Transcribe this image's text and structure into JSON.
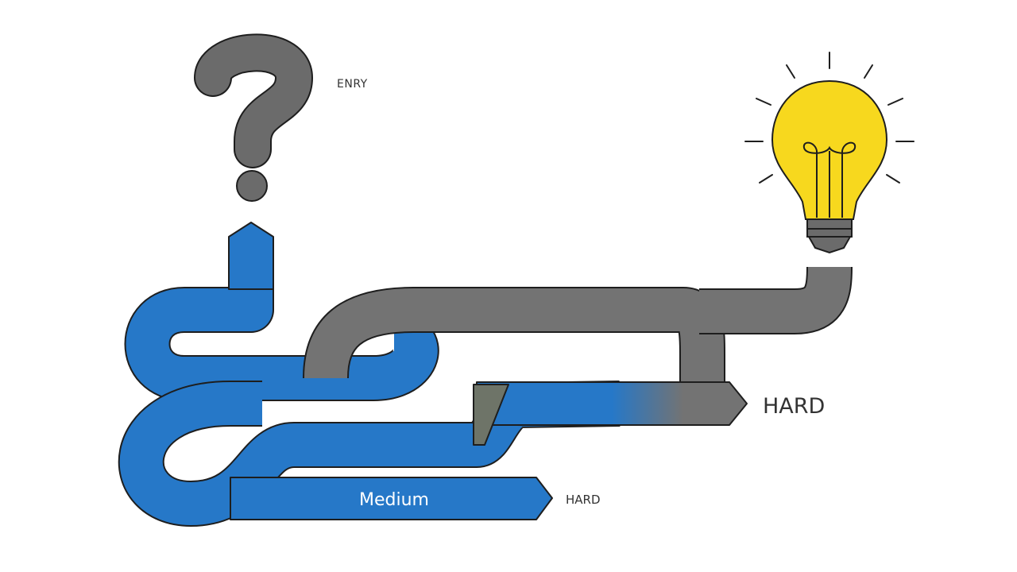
{
  "labels": {
    "easy": "ENRY",
    "hard_main": "HARD",
    "hard_small": "HARD",
    "medium": "Medium"
  },
  "icons": {
    "question": "question-mark-icon",
    "idea": "lightbulb-icon"
  },
  "colors": {
    "blue_path": "#2678c8",
    "gray_path": "#737373",
    "outline": "#1e1e1e",
    "question_mark": "#6b6b6b",
    "bulb_yellow": "#f7d81e",
    "bulb_base": "#6b6b6b"
  }
}
